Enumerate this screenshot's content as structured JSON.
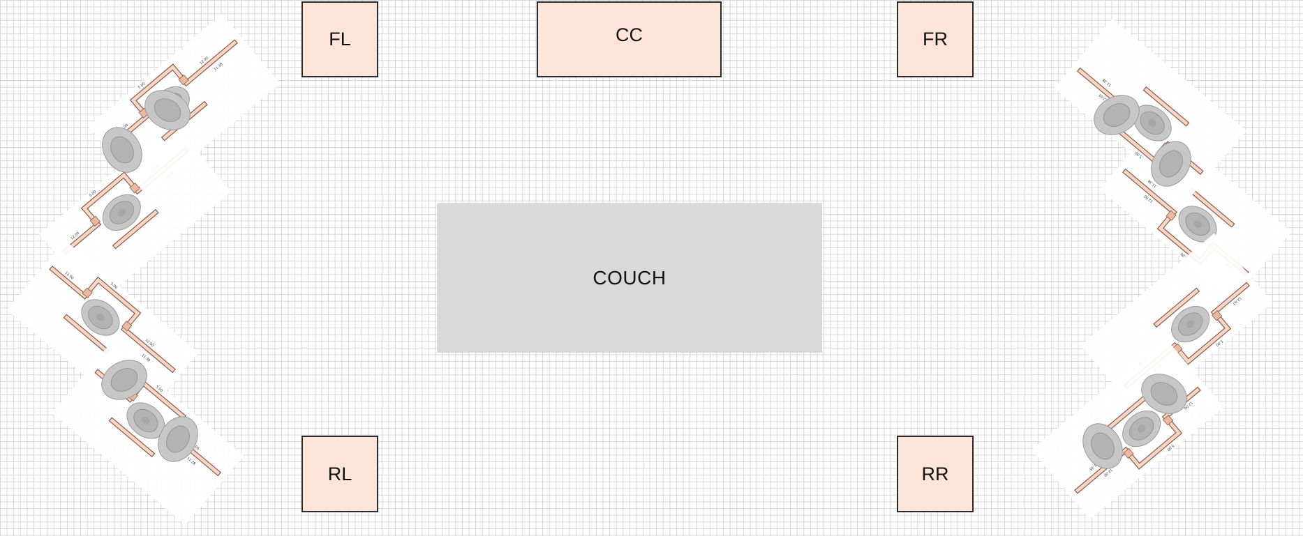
{
  "speakers": {
    "fl": "FL",
    "cc": "CC",
    "fr": "FR",
    "rl": "RL",
    "rr": "RR"
  },
  "couch": {
    "label": "COUCH"
  },
  "colors": {
    "speaker_fill": "#fde4d8",
    "speaker_border": "#2a2a2a",
    "couch_fill": "#d9d9d9",
    "enclosure_wall": "#f7d6c6",
    "grid_line": "#d4d4d4"
  },
  "icons": [
    "subwoofer-driver-icon"
  ]
}
